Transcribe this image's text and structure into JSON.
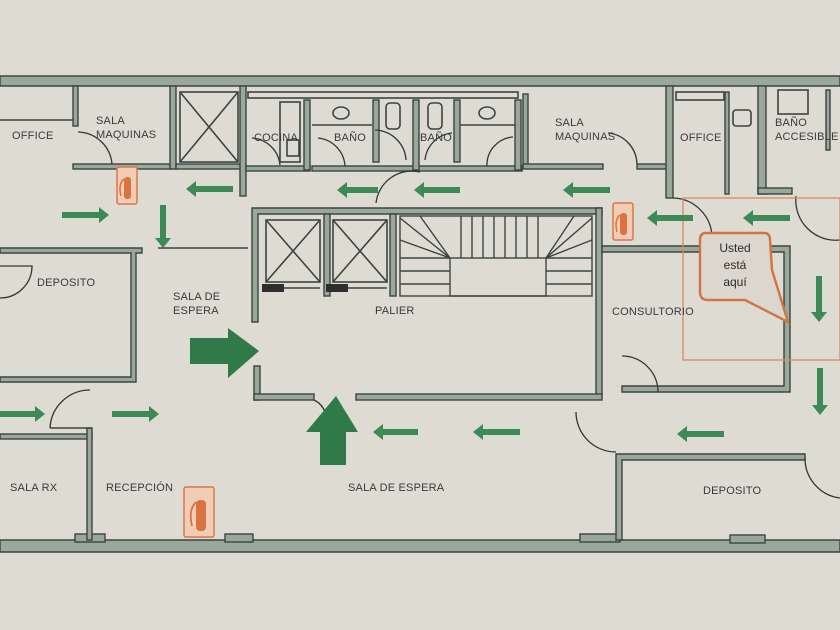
{
  "title": "Plano de evacuación",
  "rooms": {
    "office_left": "OFFICE",
    "sala_maquinas_left_1": "SALA",
    "sala_maquinas_left_2": "MAQUINAS",
    "cocina": "COCINA",
    "bano_1": "BAÑO",
    "bano_2": "BAÑO",
    "sala_maquinas_right_1": "SALA",
    "sala_maquinas_right_2": "MAQUINAS",
    "office_right": "OFFICE",
    "bano_accesible_1": "BAÑO",
    "bano_accesible_2": "ACCESIBLE",
    "deposito_left": "DEPOSITO",
    "sala_de_espera_top_1": "SALA DE",
    "sala_de_espera_top_2": "ESPERA",
    "palier": "PALIER",
    "consultorio": "CONSULTORIO",
    "sala_rx": "SALA RX",
    "recepcion": "RECEPCIÓN",
    "sala_de_espera_bottom": "SALA DE ESPERA",
    "deposito_right": "DEPOSITO"
  },
  "you_are_here": {
    "line1": "Usted",
    "line2": "está",
    "line3": "aquí"
  },
  "legend": {
    "exit_route": "evacuation-arrow",
    "extinguisher": "fire-extinguisher-icon"
  },
  "colors": {
    "exit_arrow": "#3d8a57",
    "extinguisher": "#d9733f",
    "you_are_here": "#d2743f",
    "wall": "#9aa89b"
  },
  "counts": {
    "fire_extinguishers": 3,
    "elevators": 2
  }
}
